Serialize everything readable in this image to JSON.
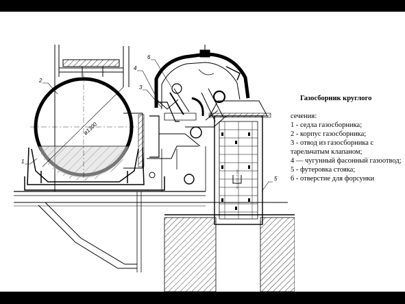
{
  "diagram": {
    "dimension_label": "ø1300",
    "callouts": [
      "1",
      "2",
      "3",
      "4",
      "5",
      "6"
    ]
  },
  "caption": {
    "title": "Газосборник круглого",
    "subtitle": "сечения:",
    "items": [
      " 1 - седла газосборника;",
      " 2 - корпус газосборника;",
      " 3 - отвод из газосборника с тарельчатым  клапаном;",
      " 4 — чугунный фасонный газоотвод;",
      " 5 - футеровка стояка;",
      " 6 - отверстие для форсунки"
    ]
  }
}
